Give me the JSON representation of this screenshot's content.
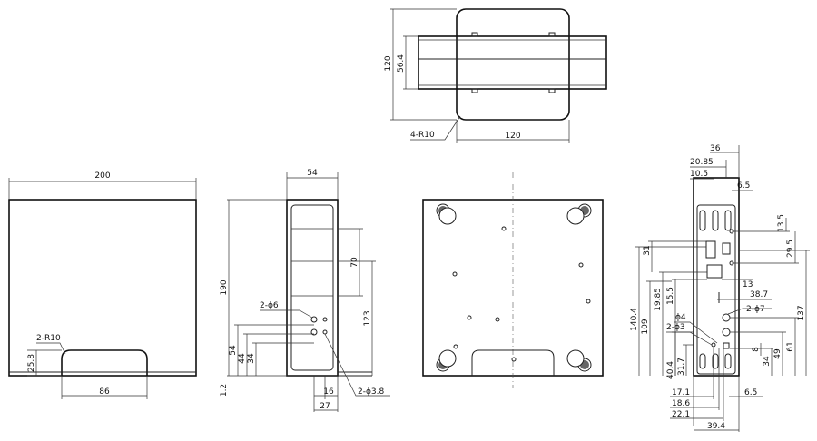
{
  "top_view": {
    "width_label": "120",
    "height_label": "120",
    "depth_label": "56.4",
    "corner_label": "4-R10"
  },
  "front_view": {
    "width_label": "200",
    "notch_width_label": "86",
    "notch_height_label": "25.8",
    "notch_radius_label": "2-R10"
  },
  "side_view": {
    "width_label": "54",
    "height_label": "190",
    "offset_label": "1.2",
    "slot_label": "70",
    "upper_label": "123",
    "hole6_label": "2-ϕ6",
    "h54_label": "54",
    "h44_label": "44",
    "h34_label": "34",
    "hole38_label": "2-ϕ3.8",
    "w16_label": "16",
    "w27_label": "27"
  },
  "rear_view": {
    "w36_label": "36",
    "w2085_label": "20.85",
    "w105_label": "10.5",
    "w65_top_label": "6.5",
    "h135_label": "13.5",
    "h31_label": "31",
    "h295_label": "29.5",
    "h13_label": "13",
    "h1985_label": "19.85",
    "h155_label": "15.5",
    "h387_label": "38.7",
    "h1404_label": "140.4",
    "h109_label": "109",
    "h137_label": "137",
    "phi7_label": "2-ϕ7",
    "phi4_label": "ϕ4",
    "phi3_label": "2-ϕ3",
    "h61_label": "61",
    "h49_label": "49",
    "h8_label": "8",
    "h34_label": "34",
    "h404_label": "40.4",
    "h317_label": "31.7",
    "w171_label": "17.1",
    "w186_label": "18.6",
    "w221_label": "22.1",
    "w394_label": "39.4",
    "w65_bot_label": "6.5"
  }
}
